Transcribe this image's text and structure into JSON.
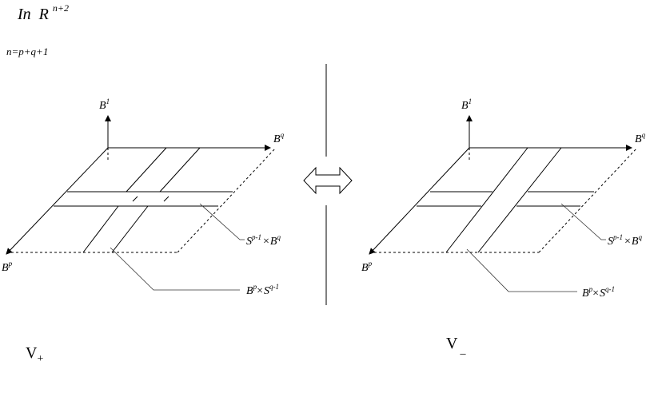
{
  "header": {
    "title_prefix": "In",
    "title_base": "R",
    "title_exp": "n+2",
    "dimension_relation": "n=p+q+1"
  },
  "left_diagram": {
    "axis_up": {
      "base": "B",
      "sup": "1"
    },
    "axis_right": {
      "base": "B",
      "sup": "q"
    },
    "axis_front": {
      "base": "B",
      "sup": "p"
    },
    "label_horizontal_band": {
      "a": "S",
      "a_sup": "p-1",
      "times": "×",
      "b": "B",
      "b_sup": "q"
    },
    "label_vertical_band": {
      "a": "B",
      "a_sup": "p",
      "times": "×",
      "b": "S",
      "b_sup": "q-1"
    },
    "name": {
      "base": "V",
      "sub": "+"
    }
  },
  "right_diagram": {
    "axis_up": {
      "base": "B",
      "sup": "1"
    },
    "axis_right": {
      "base": "B",
      "sup": "q"
    },
    "axis_front": {
      "base": "B",
      "sup": "p"
    },
    "label_horizontal_band": {
      "a": "S",
      "a_sup": "p-1",
      "times": "×",
      "b": "B",
      "b_sup": "q"
    },
    "label_vertical_band": {
      "a": "B",
      "a_sup": "p",
      "times": "×",
      "b": "S",
      "b_sup": "q-1"
    },
    "name": {
      "base": "V",
      "sub": "_"
    }
  },
  "separator": {
    "symbol": "double-arrow-icon"
  }
}
